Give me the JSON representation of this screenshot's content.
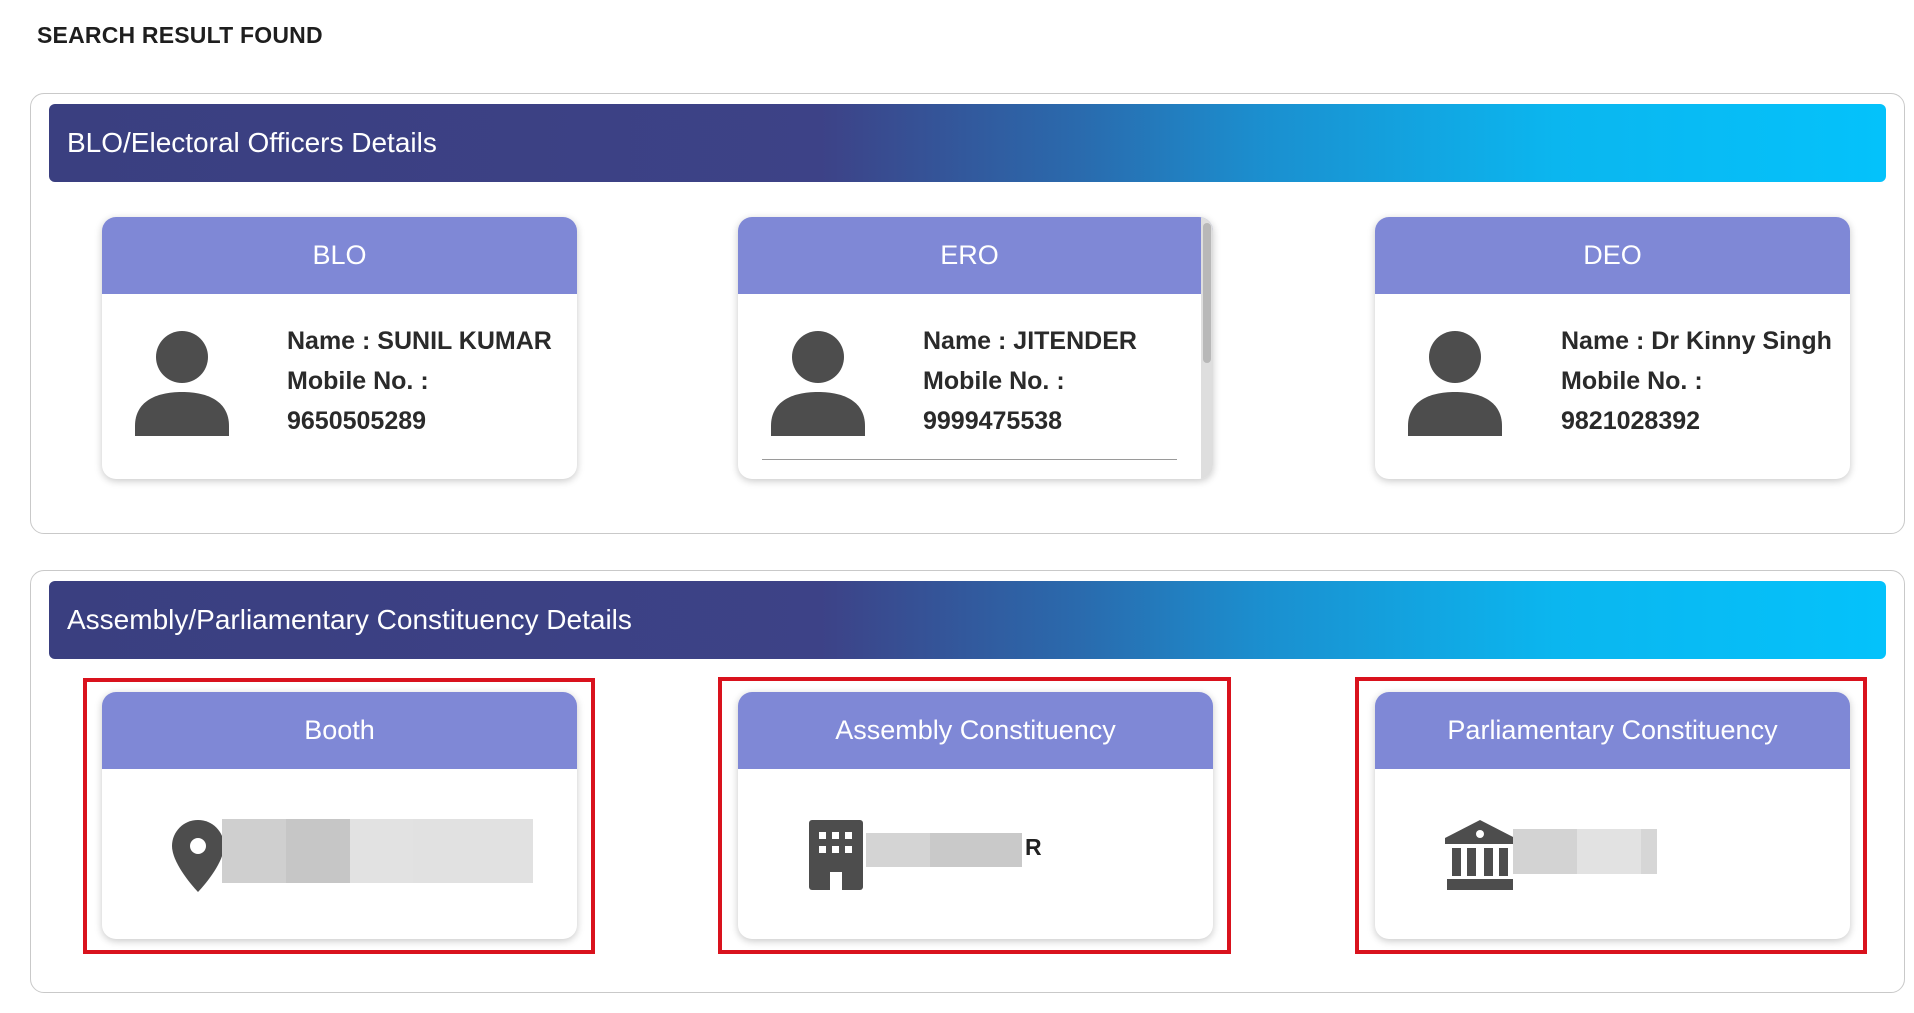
{
  "page": {
    "heading": "SEARCH RESULT FOUND"
  },
  "officers_section": {
    "title": "BLO/Electoral Officers Details",
    "cards": [
      {
        "role": "BLO",
        "name_label": "Name : SUNIL KUMAR",
        "mobile_label": "Mobile No. :",
        "mobile": "9650505289"
      },
      {
        "role": "ERO",
        "name_label": "Name : JITENDER",
        "mobile_label": "Mobile No. :",
        "mobile": "9999475538"
      },
      {
        "role": "DEO",
        "name_label": "Name : Dr Kinny Singh",
        "mobile_label": "Mobile No. :",
        "mobile": "9821028392"
      }
    ]
  },
  "constituency_section": {
    "title": "Assembly/Parliamentary Constituency Details",
    "cards": [
      {
        "title": "Booth",
        "icon": "location-pin-icon",
        "value_redacted": true
      },
      {
        "title": "Assembly Constituency",
        "icon": "building-icon",
        "value_redacted": true,
        "visible_suffix": "R"
      },
      {
        "title": "Parliamentary Constituency",
        "icon": "government-building-icon",
        "value_redacted": true
      }
    ]
  },
  "colors": {
    "card_header": "#7f88d6",
    "section_gradient_start": "#3a3f80",
    "section_gradient_end": "#04c2fb",
    "highlight": "#d9121d",
    "icon": "#4d4d4d"
  }
}
